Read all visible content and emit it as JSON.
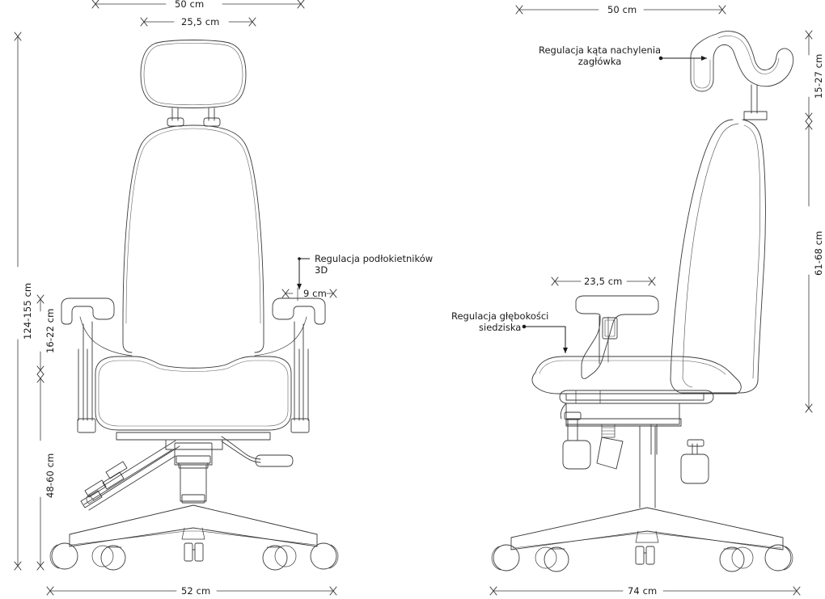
{
  "drawing": {
    "title": "Office chair technical dimension drawing",
    "language": "pl",
    "units": "cm",
    "line_color": "#3a3a3a",
    "text_color": "#1a1a1a",
    "background": "#ffffff"
  },
  "views": {
    "front": {
      "name": "front-view"
    },
    "side": {
      "name": "side-view"
    }
  },
  "dimensions": {
    "front_top_outer": "50 cm",
    "front_top_inner": "25,5 cm",
    "front_armrest_width": "9 cm",
    "front_total_height": "124-155 cm",
    "front_backrest_gap": "16-22 cm",
    "front_seat_height": "48-60 cm",
    "front_base_width": "52 cm",
    "side_top_width": "50 cm",
    "side_headrest_height": "15-27 cm",
    "side_backrest_height": "61-68 cm",
    "side_seat_depth": "23,5 cm",
    "side_base_depth": "74 cm"
  },
  "annotations": {
    "armrest": {
      "line1": "Regulacja podłokietników",
      "line2": "3D"
    },
    "headrest": {
      "line1": "Regulacja kąta nachylenia",
      "line2": "zagłówka"
    },
    "seat_depth": {
      "line1": "Regulacja głębokości",
      "line2": "siedziska"
    }
  }
}
